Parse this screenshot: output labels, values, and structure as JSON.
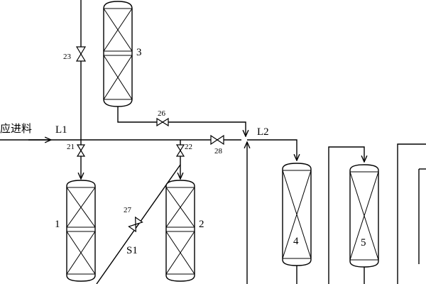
{
  "feed": {
    "label": "应进料"
  },
  "lines": {
    "l1": "L1",
    "l2": "L2",
    "s1": "S1"
  },
  "vessels": {
    "v1": "1",
    "v2": "2",
    "v3": "3",
    "v4": "4",
    "v5": "5"
  },
  "valves": {
    "v21": "21",
    "v22": "22",
    "v23": "23",
    "v26": "26",
    "v27": "27",
    "v28": "28"
  }
}
